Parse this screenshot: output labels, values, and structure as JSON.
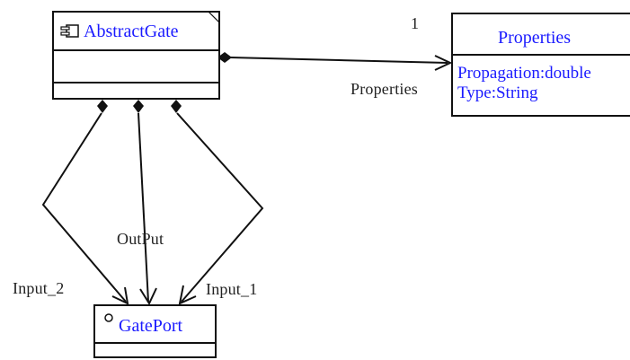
{
  "classes": {
    "abstract_gate": {
      "name": "AbstractGate"
    },
    "properties": {
      "name": "Properties",
      "attributes": [
        "Propagation:double",
        "Type:String"
      ]
    },
    "gate_port": {
      "name": "GatePort"
    }
  },
  "relations": {
    "properties_multiplicity": "1",
    "properties_role": "Properties",
    "output_role": "OutPut",
    "input2_role": "Input_2",
    "input1_role": "Input_1"
  },
  "colors": {
    "line": "#111111",
    "class_name": "#1a1aff",
    "label_text": "#222222"
  },
  "icons": {
    "abstract_gate": "component-icon",
    "gate_port": "interface-circle-icon"
  }
}
